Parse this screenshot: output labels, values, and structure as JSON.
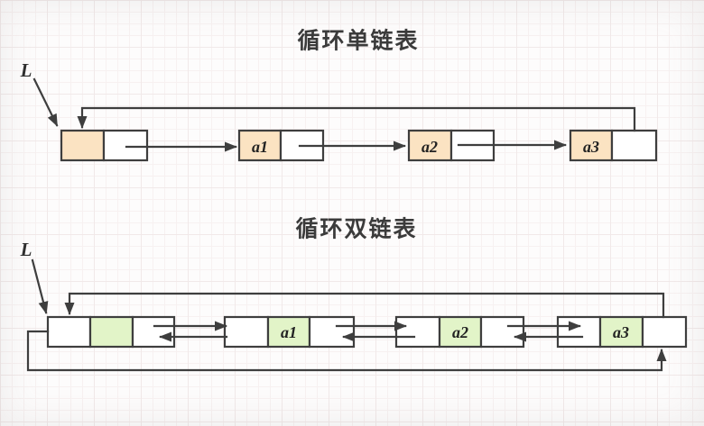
{
  "meta": {
    "background": "#fdfcfc",
    "grid_line": "#f1e9e9",
    "line": "#3e3e3e",
    "text": "#3b3b3b"
  },
  "colors": {
    "peach": "#fbe3c2",
    "green": "#e2f4c8",
    "white": "#ffffff"
  },
  "singly_list": {
    "title": "循环单链表",
    "head_pointer": "L",
    "node_labels": [
      "a1",
      "a2",
      "a3"
    ]
  },
  "doubly_list": {
    "title": "循环双链表",
    "head_pointer": "L",
    "node_labels": [
      "a1",
      "a2",
      "a3"
    ]
  }
}
